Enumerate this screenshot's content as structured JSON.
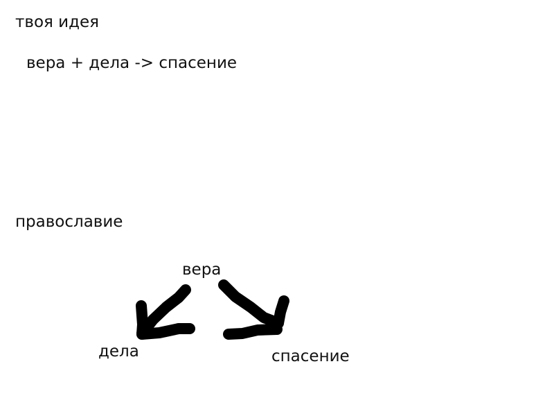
{
  "labels": {
    "your_idea": "твоя идея",
    "formula": "вера + дела -> спасение",
    "orthodoxy": "православие",
    "faith": "вера",
    "works": "дела",
    "salvation": "спасение"
  },
  "colors": {
    "ink": "#000000",
    "background": "#ffffff"
  }
}
